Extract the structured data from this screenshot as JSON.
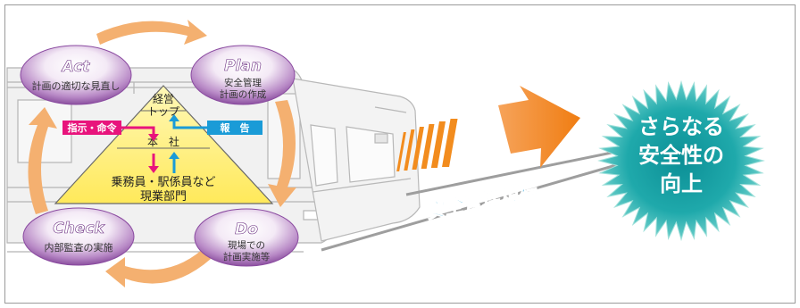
{
  "pdca": {
    "act": {
      "title": "Act",
      "lines": [
        "計画の適切な見直し"
      ]
    },
    "plan": {
      "title": "Plan",
      "lines": [
        "安全管理",
        "計画の作成"
      ]
    },
    "check": {
      "title": "Check",
      "lines": [
        "内部監査の実施"
      ]
    },
    "do": {
      "title": "Do",
      "lines": [
        "現場での",
        "計画実施等"
      ]
    }
  },
  "pyramid": {
    "top": [
      "経営",
      "トップ"
    ],
    "middle": "本　社",
    "bottom": [
      "乗務員・駅係員など",
      "現業部門"
    ]
  },
  "labels": {
    "instruction": "指示・命令",
    "report": "報　告"
  },
  "regulation": "安全管理規程",
  "goal": [
    "さらなる",
    "安全性の",
    "向上"
  ],
  "colors": {
    "act_plan_ellipse": "#8a3fa0",
    "title_text": "#ffffff",
    "instruction_pink": "#e8147c",
    "report_blue": "#1a9bd7",
    "pyramid_yellow": "#fff07a",
    "cycle_arrow_orange": "#f2a55a",
    "big_arrow_orange": "#f28c1e",
    "regulation_blue": "#2aa3d6",
    "goal_burst": "#2fb9b5"
  }
}
